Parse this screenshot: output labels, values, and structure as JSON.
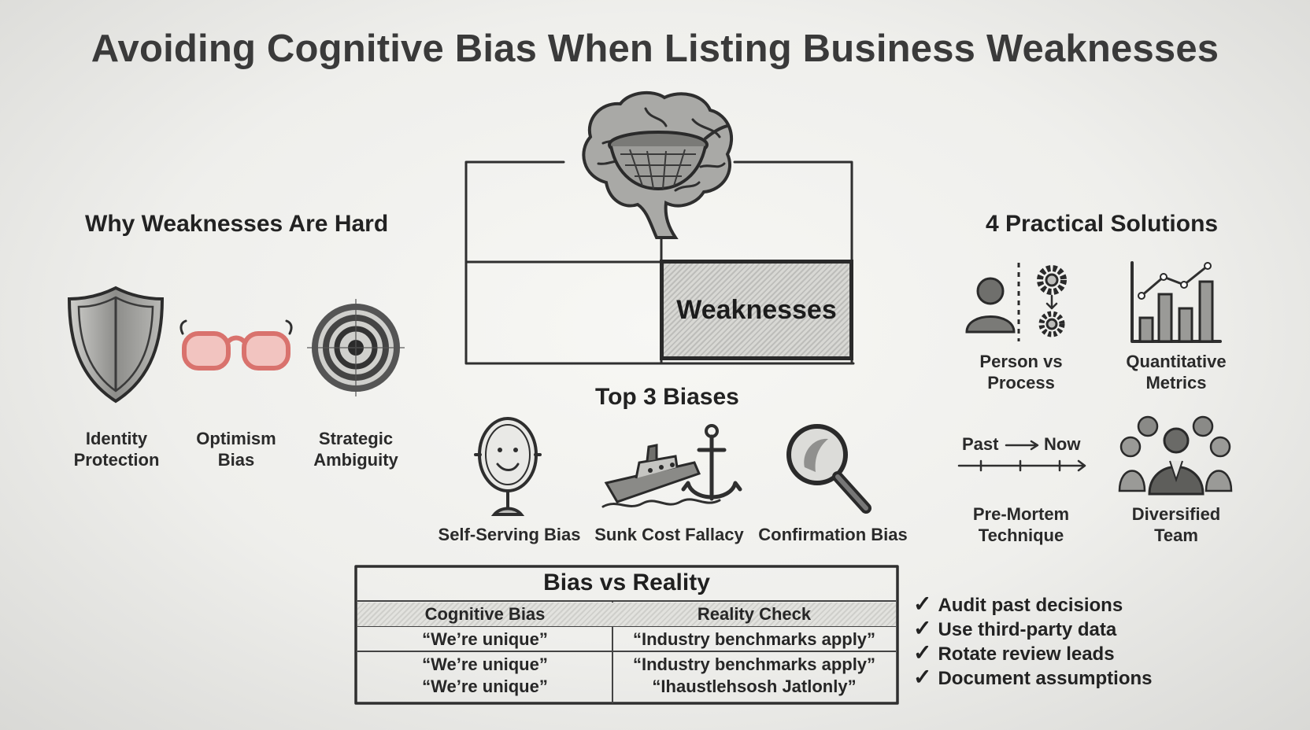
{
  "title": "Avoiding Cognitive Bias When Listing Business Weaknesses",
  "left_section": {
    "heading": "Why Weaknesses Are Hard",
    "items": [
      {
        "label_lines": [
          "Identity",
          "Protection"
        ],
        "icon": "shield-icon"
      },
      {
        "label_lines": [
          "Optimism",
          "Bias"
        ],
        "icon": "glasses-icon"
      },
      {
        "label_lines": [
          "Strategic",
          "Ambiguity"
        ],
        "icon": "target-icon"
      }
    ]
  },
  "center": {
    "matrix_label": "Weaknesses",
    "brain_icon": "brain-filter-icon",
    "biases_heading": "Top 3 Biases",
    "biases": [
      {
        "label": "Self-Serving Bias",
        "icon": "mirror-icon"
      },
      {
        "label": "Sunk Cost Fallacy",
        "icon": "sinking-ship-icon"
      },
      {
        "label": "Confirmation Bias",
        "icon": "magnifier-icon"
      }
    ]
  },
  "right_section": {
    "heading": "4 Practical Solutions",
    "solutions": [
      {
        "label_lines": [
          "Person vs",
          "Process"
        ],
        "icon": "person-gears-icon"
      },
      {
        "label_lines": [
          "Quantitative",
          "Metrics"
        ],
        "icon": "bar-chart-icon"
      },
      {
        "label_lines": [
          "Pre-Mortem",
          "Technique"
        ],
        "icon": "timeline-icon",
        "timeline_from": "Past",
        "timeline_to": "Now"
      },
      {
        "label_lines": [
          "Diversified",
          "Team"
        ],
        "icon": "team-icon"
      }
    ]
  },
  "table": {
    "title": "Bias vs Reality",
    "headers": [
      "Cognitive Bias",
      "Reality Check"
    ],
    "rows": [
      [
        "“We’re unique”",
        "“Industry benchmarks apply”"
      ],
      [
        "“We’re unique”",
        "“Industry benchmarks apply”"
      ],
      [
        "“We’re unique”",
        "“Ihaustlehsosh Jatlonly”"
      ]
    ]
  },
  "checklist": [
    "Audit past decisions",
    "Use third-party data",
    "Rotate review leads",
    "Document assumptions"
  ],
  "colors": {
    "glasses": "#d9726d",
    "ink": "#2b2b2b"
  }
}
